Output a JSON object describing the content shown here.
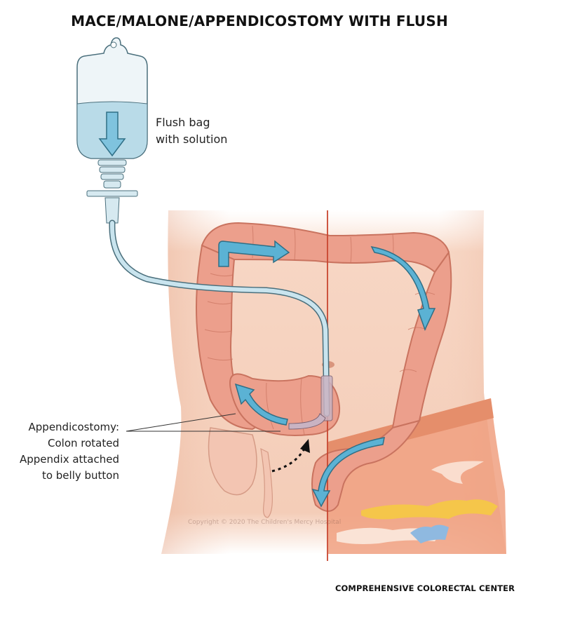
{
  "title": "MACE/MALONE/APPENDICOSTOMY WITH FLUSH",
  "labels": {
    "flush_bag": [
      "Flush bag",
      "with solution"
    ],
    "appendicostomy": [
      "Appendicostomy:",
      "Colon rotated",
      "Appendix attached",
      "to belly button"
    ]
  },
  "copyright": "Copyright © 2020 The Children's Mercy Hospital",
  "footer": "COMPREHENSIVE COLORECTAL CENTER",
  "colors": {
    "skin": "#f6d2bf",
    "colon": "#ec9f8c",
    "colon_outline": "#c9735f",
    "flow_arrow": "#5bb2d4",
    "solution": "#b9dbe8",
    "midline": "#c8452f",
    "underwear": "#f0a27f"
  }
}
